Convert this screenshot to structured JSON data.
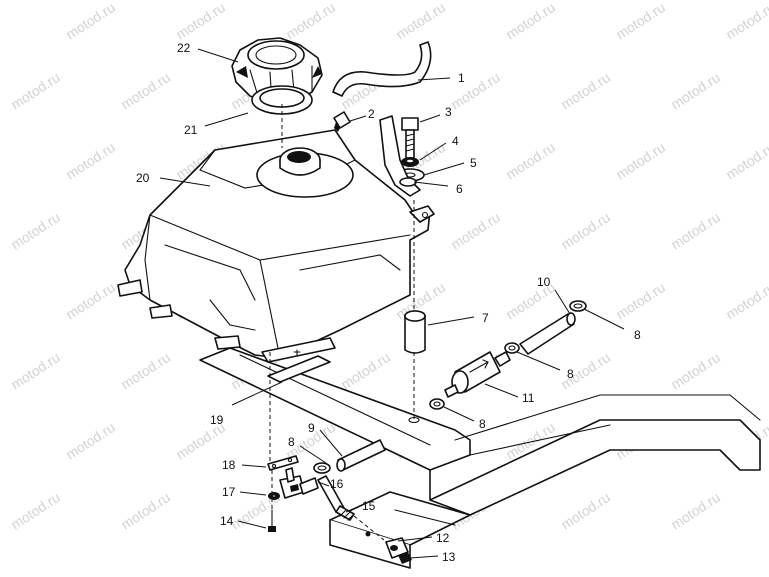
{
  "watermark": {
    "text": "motod.ru",
    "color": "#c8c8c8"
  },
  "callouts": [
    {
      "id": "1",
      "label": "1"
    },
    {
      "id": "2",
      "label": "2"
    },
    {
      "id": "3",
      "label": "3"
    },
    {
      "id": "4",
      "label": "4"
    },
    {
      "id": "5",
      "label": "5"
    },
    {
      "id": "6",
      "label": "6"
    },
    {
      "id": "7",
      "label": "7"
    },
    {
      "id": "8a",
      "label": "8"
    },
    {
      "id": "8b",
      "label": "8"
    },
    {
      "id": "8c",
      "label": "8"
    },
    {
      "id": "8d",
      "label": "8"
    },
    {
      "id": "9",
      "label": "9"
    },
    {
      "id": "10",
      "label": "10"
    },
    {
      "id": "11",
      "label": "11"
    },
    {
      "id": "12",
      "label": "12"
    },
    {
      "id": "13",
      "label": "13"
    },
    {
      "id": "14",
      "label": "14"
    },
    {
      "id": "15",
      "label": "15"
    },
    {
      "id": "16",
      "label": "16"
    },
    {
      "id": "17",
      "label": "17"
    },
    {
      "id": "18",
      "label": "18"
    },
    {
      "id": "19",
      "label": "19"
    },
    {
      "id": "20",
      "label": "20"
    },
    {
      "id": "21",
      "label": "21"
    },
    {
      "id": "22",
      "label": "22"
    }
  ]
}
